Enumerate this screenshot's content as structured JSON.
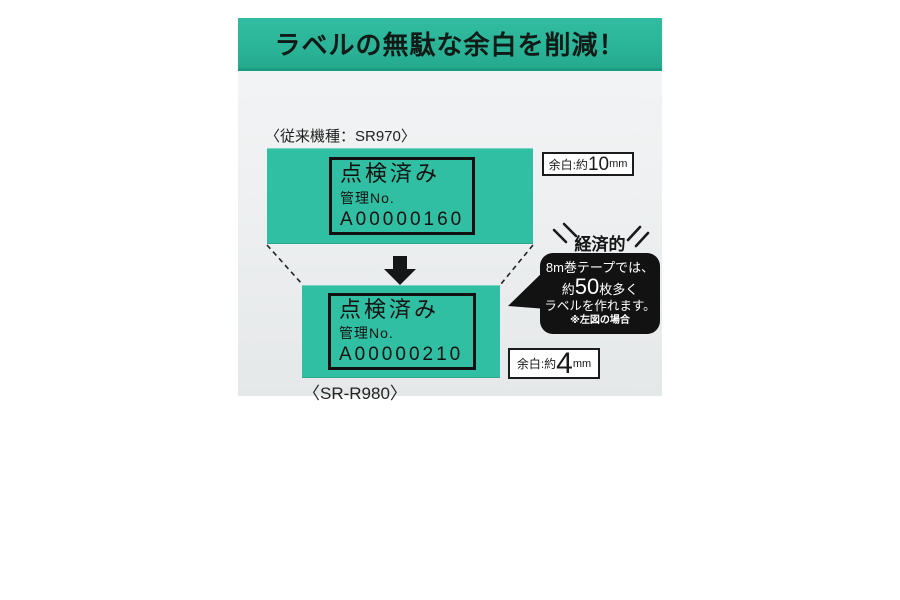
{
  "banner": {
    "title": "ラベルの無駄な余白を削減！"
  },
  "old_model": {
    "caption": "〈従来機種：SR970〉",
    "tape_line1": "点検済み",
    "tape_line2": "管理No.",
    "tape_serial": "A00000160",
    "margin_prefix": "余白:約",
    "margin_value": "10",
    "margin_unit": "mm"
  },
  "new_model": {
    "caption": "〈SR-R980〉",
    "tape_line1": "点検済み",
    "tape_line2": "管理No.",
    "tape_serial": "A00000210",
    "margin_prefix": "余白:約",
    "margin_value": "4",
    "margin_unit": "mm"
  },
  "callout": {
    "emphasis_label": "経済的",
    "bubble_line1": "8m巻テープでは、",
    "bubble_line2_prefix": "約",
    "bubble_line2_big": "50",
    "bubble_line2_suffix": "枚多く",
    "bubble_line3": "ラベルを作れます。",
    "bubble_note": "※左図の場合"
  },
  "colors": {
    "banner_teal": "#2ab597",
    "tape_teal": "#30bfa2",
    "panel_gray": "#eef0f1",
    "ink": "#1a1a1a"
  }
}
